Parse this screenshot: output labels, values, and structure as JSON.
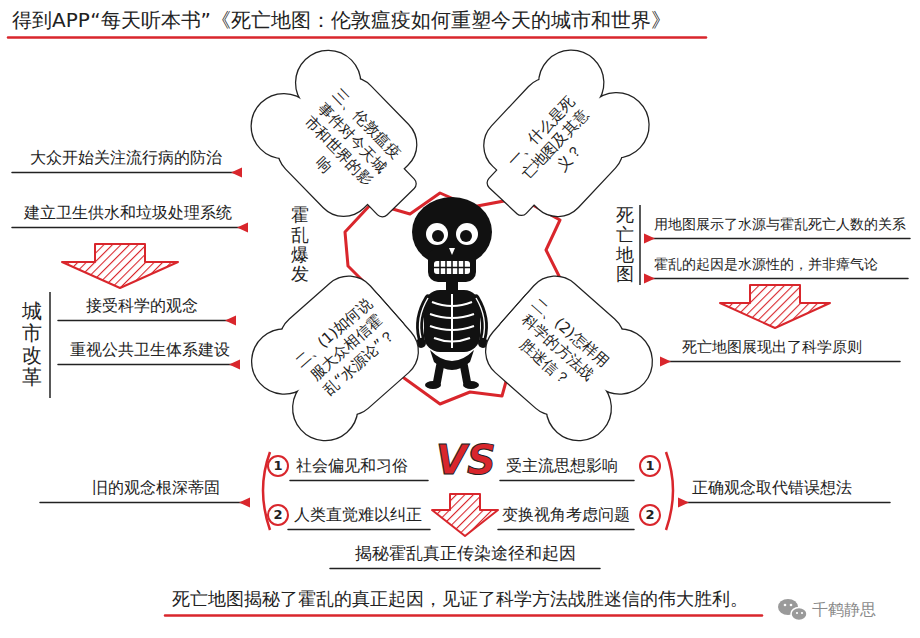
{
  "diagram": {
    "title": "得到APP“每天听本书”《死亡地图：伦敦瘟疫如何重塑今天的城市和世界》",
    "nodes": [
      {
        "text": [
          "三、伦敦瘟疫事件对今天城市和世界的影响"
        ]
      },
      {
        "text": [
          "一、什么是死亡地图及其意义？"
        ]
      },
      {
        "text": [
          "二、(1)如何说服大众相信霍乱“水源论”？"
        ]
      },
      {
        "text": [
          "二、(2)怎样用科学的方法战胜迷信？"
        ]
      },
      {
        "text": [
          "1"
        ]
      },
      {
        "text": [
          "1"
        ]
      },
      {
        "text": [
          "2"
        ]
      },
      {
        "text": [
          "2"
        ]
      }
    ],
    "labels": [
      "大众开始关注流行病的防治",
      "建立卫生供水和垃圾处理系统",
      "霍乱爆发",
      "死亡地图",
      "用地图展示了水源与霍乱死亡人数的关系",
      "霍乱的起因是水源性的，并非瘴气论",
      "城市改革",
      "接受科学的观念",
      "死亡地图展现出了科学原则",
      "重视公共卫生体系建设",
      "社会偏见和习俗",
      "VS",
      "受主流思想影响",
      "旧的观念根深蒂固",
      "正确观念取代错误想法",
      "人类直觉难以纠正",
      "变换视角考虑问题",
      "揭秘霍乱真正传染途径和起因",
      "千鹤静思"
    ],
    "caption": "死亡地图揭秘了霍乱的真正起因，见证了科学方法战胜迷信的伟大胜利。"
  }
}
